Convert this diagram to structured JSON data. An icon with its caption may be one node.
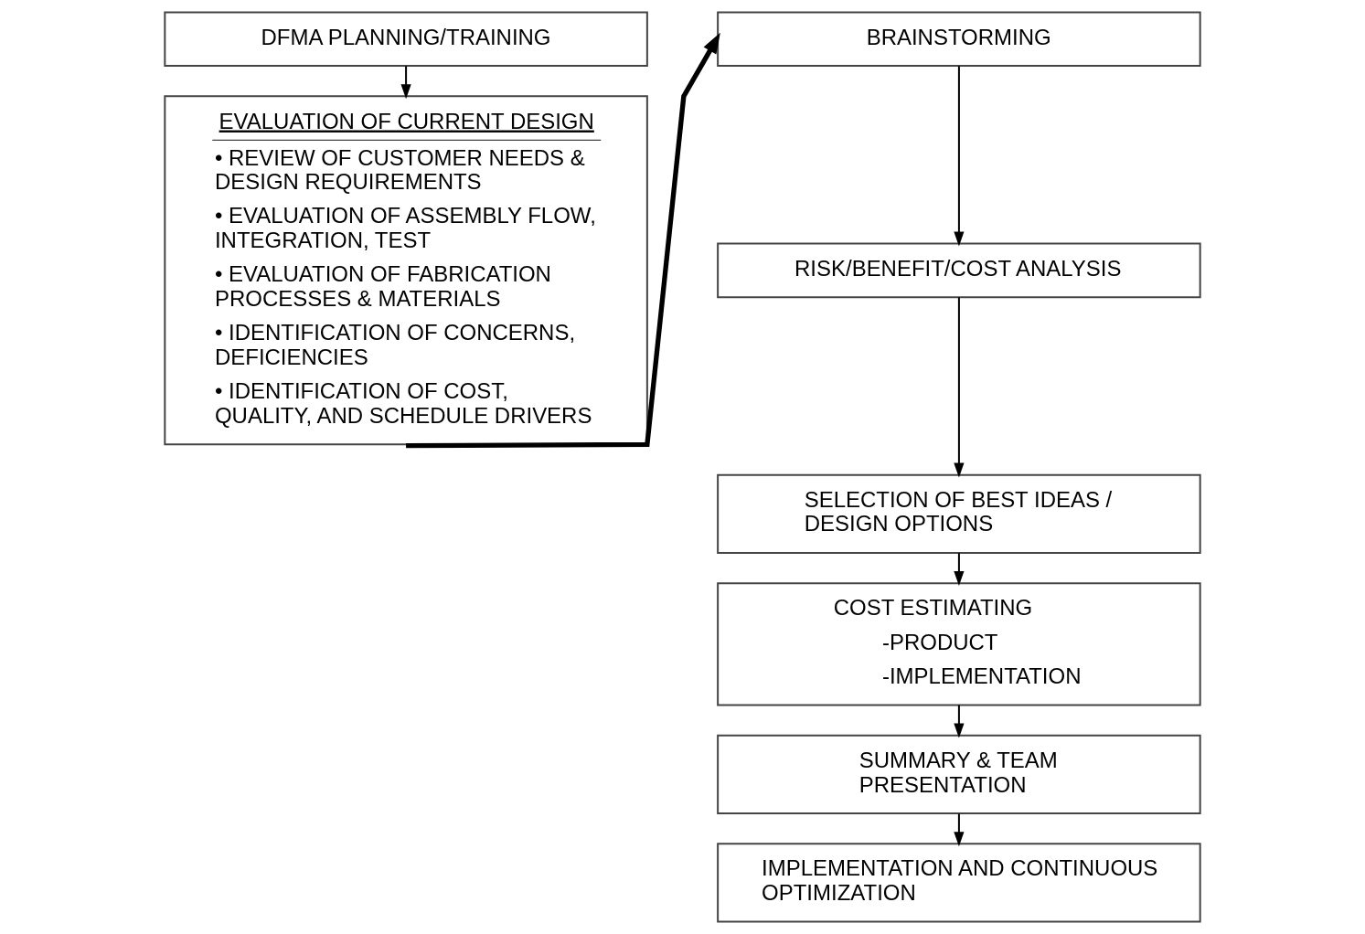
{
  "diagram": {
    "nodes": [
      {
        "text": [
          "DFMA PLANNING/TRAINING"
        ]
      },
      {
        "text": [
          "EVALUATION OF CURRENT DESIGN",
          "• REVIEW OF CUSTOMER NEEDS & DESIGN REQUIREMENTS",
          "• EVALUATION OF ASSEMBLY FLOW, INTEGRATION, TEST",
          "• EVALUATION OF FABRICATION PROCESSES & MATERIALS",
          "• IDENTIFICATION OF CONCERNS, DEFICIENCIES",
          "• IDENTIFICATION OF COST, QUALITY, AND SCHEDULE DRIVERS"
        ]
      },
      {
        "text": [
          "BRAINSTORMING"
        ]
      },
      {
        "text": [
          "RISK/BENEFIT/COST ANALYSIS"
        ]
      },
      {
        "text": [
          "SELECTION OF BEST IDEAS / DESIGN OPTIONS"
        ]
      },
      {
        "text": [
          "COST ESTIMATING",
          "-PRODUCT",
          "-IMPLEMENTATION"
        ]
      },
      {
        "text": [
          "SUMMARY & TEAM PRESENTATION"
        ]
      },
      {
        "text": [
          "IMPLEMENTATION AND CONTINUOUS OPTIMIZATION"
        ]
      }
    ],
    "edges": [
      {
        "from": 0,
        "to": 1,
        "arrow": "to"
      },
      {
        "from": 1,
        "to": 2,
        "arrow": "to",
        "style": "thick"
      },
      {
        "from": 2,
        "to": 3,
        "arrow": "to"
      },
      {
        "from": 3,
        "to": 4,
        "arrow": "to"
      },
      {
        "from": 4,
        "to": 5,
        "arrow": "to"
      },
      {
        "from": 5,
        "to": 6,
        "arrow": "to"
      },
      {
        "from": 6,
        "to": 7,
        "arrow": "to"
      }
    ]
  }
}
